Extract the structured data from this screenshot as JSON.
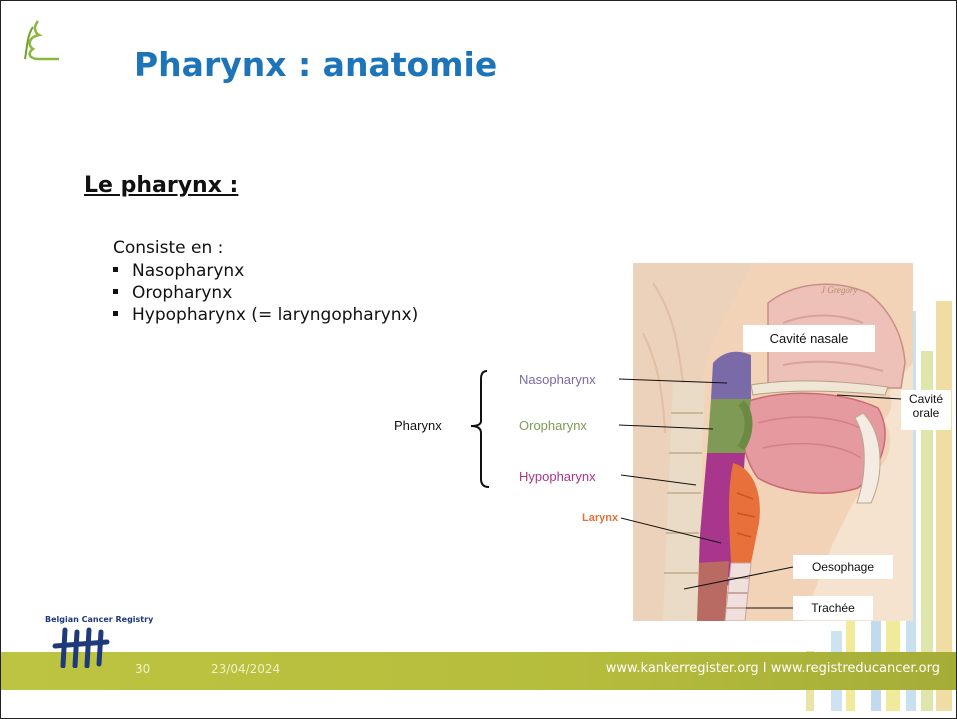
{
  "slide": {
    "title": "Pharynx : anatomie",
    "subtitle": "Le pharynx :",
    "intro": "Consiste en :",
    "bullets": [
      "Nasopharynx",
      "Oropharynx",
      "Hypopharynx (= laryngopharynx)"
    ]
  },
  "diagram": {
    "bracket_label": "Pharynx",
    "labels": {
      "nasopharynx": "Nasopharynx",
      "oropharynx": "Oropharynx",
      "hypopharynx": "Hypopharynx",
      "larynx": "Larynx",
      "cavite_nasale": "Cavité nasale",
      "cavite_orale_line1": "Cavité",
      "cavite_orale_line2": "orale",
      "oesophage": "Oesophage",
      "trachee": "Trachée",
      "signature": "J Gregory"
    },
    "colors": {
      "nasopharynx": "#7b6aa8",
      "oropharynx": "#7f9a55",
      "hypopharynx": "#a8368c",
      "larynx": "#e8703a"
    }
  },
  "footer": {
    "logo_text": "Belgian Cancer Registry",
    "page_number": "30",
    "date": "23/04/2024",
    "url": "www.kankerregister.org  I  www.registreducancer.org",
    "bar_color": "#b6bd3d"
  }
}
